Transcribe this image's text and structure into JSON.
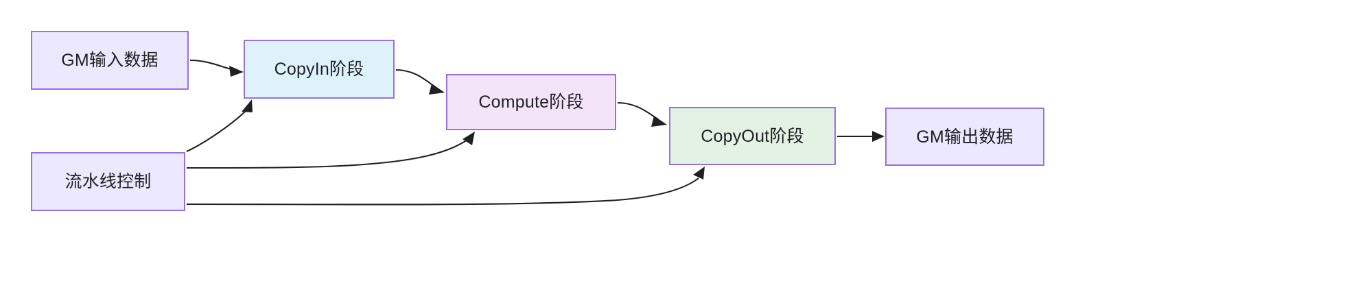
{
  "diagram": {
    "type": "flowchart",
    "orientation": "left-to-right",
    "background_color": "#ffffff",
    "edge_color": "#1f2024",
    "node_border_color": "#9771e0",
    "nodes": [
      {
        "id": "gm-input",
        "label": "GM输入数据",
        "fill_color": "#ece8fd",
        "role": "data-source"
      },
      {
        "id": "copyin",
        "label": "CopyIn阶段",
        "fill_color": "#ddf2fb",
        "role": "pipeline-stage"
      },
      {
        "id": "compute",
        "label": "Compute阶段",
        "fill_color": "#f4e4f8",
        "role": "pipeline-stage"
      },
      {
        "id": "copyout",
        "label": "CopyOut阶段",
        "fill_color": "#e4f2e4",
        "role": "pipeline-stage"
      },
      {
        "id": "gm-output",
        "label": "GM输出数据",
        "fill_color": "#ece8fd",
        "role": "data-sink"
      },
      {
        "id": "pipeline-control",
        "label": "流水线控制",
        "fill_color": "#ece8fd",
        "role": "controller"
      }
    ],
    "edges": [
      {
        "id": "e1",
        "from": "gm-input",
        "to": "copyin",
        "label": "",
        "arrow": true
      },
      {
        "id": "e2",
        "from": "copyin",
        "to": "compute",
        "label": "",
        "arrow": true
      },
      {
        "id": "e3",
        "from": "compute",
        "to": "copyout",
        "label": "",
        "arrow": true
      },
      {
        "id": "e4",
        "from": "copyout",
        "to": "gm-output",
        "label": "",
        "arrow": true
      },
      {
        "id": "e5",
        "from": "pipeline-control",
        "to": "copyin",
        "label": "",
        "arrow": true
      },
      {
        "id": "e6",
        "from": "pipeline-control",
        "to": "compute",
        "label": "",
        "arrow": true
      },
      {
        "id": "e7",
        "from": "pipeline-control",
        "to": "copyout",
        "label": "",
        "arrow": true
      }
    ]
  }
}
